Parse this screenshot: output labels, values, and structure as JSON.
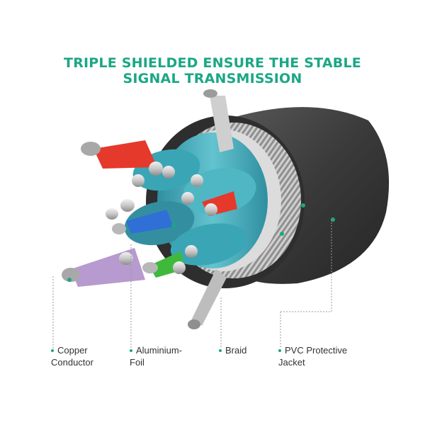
{
  "headline": {
    "line1": "TRIPLE SHIELDED ENSURE THE STABLE",
    "line2": "SIGNAL TRANSMISSION",
    "color": "#1ba784"
  },
  "labels": [
    {
      "line1": "Copper",
      "line2": "Conductor"
    },
    {
      "line1": "Aluminium-",
      "line2": "Foil"
    },
    {
      "line1": "Braid",
      "line2": ""
    },
    {
      "line1": "PVC Protective",
      "line2": "Jacket"
    }
  ],
  "colors": {
    "accent": "#1ba784",
    "jacket": "#3b3b3b",
    "foil_teal": "#3aa6b5",
    "braid": "#b8b8b8",
    "wire_red": "#e5392c",
    "wire_blue": "#2f6fd6",
    "wire_green": "#3fb93c",
    "wire_purple": "#b79ad0"
  }
}
